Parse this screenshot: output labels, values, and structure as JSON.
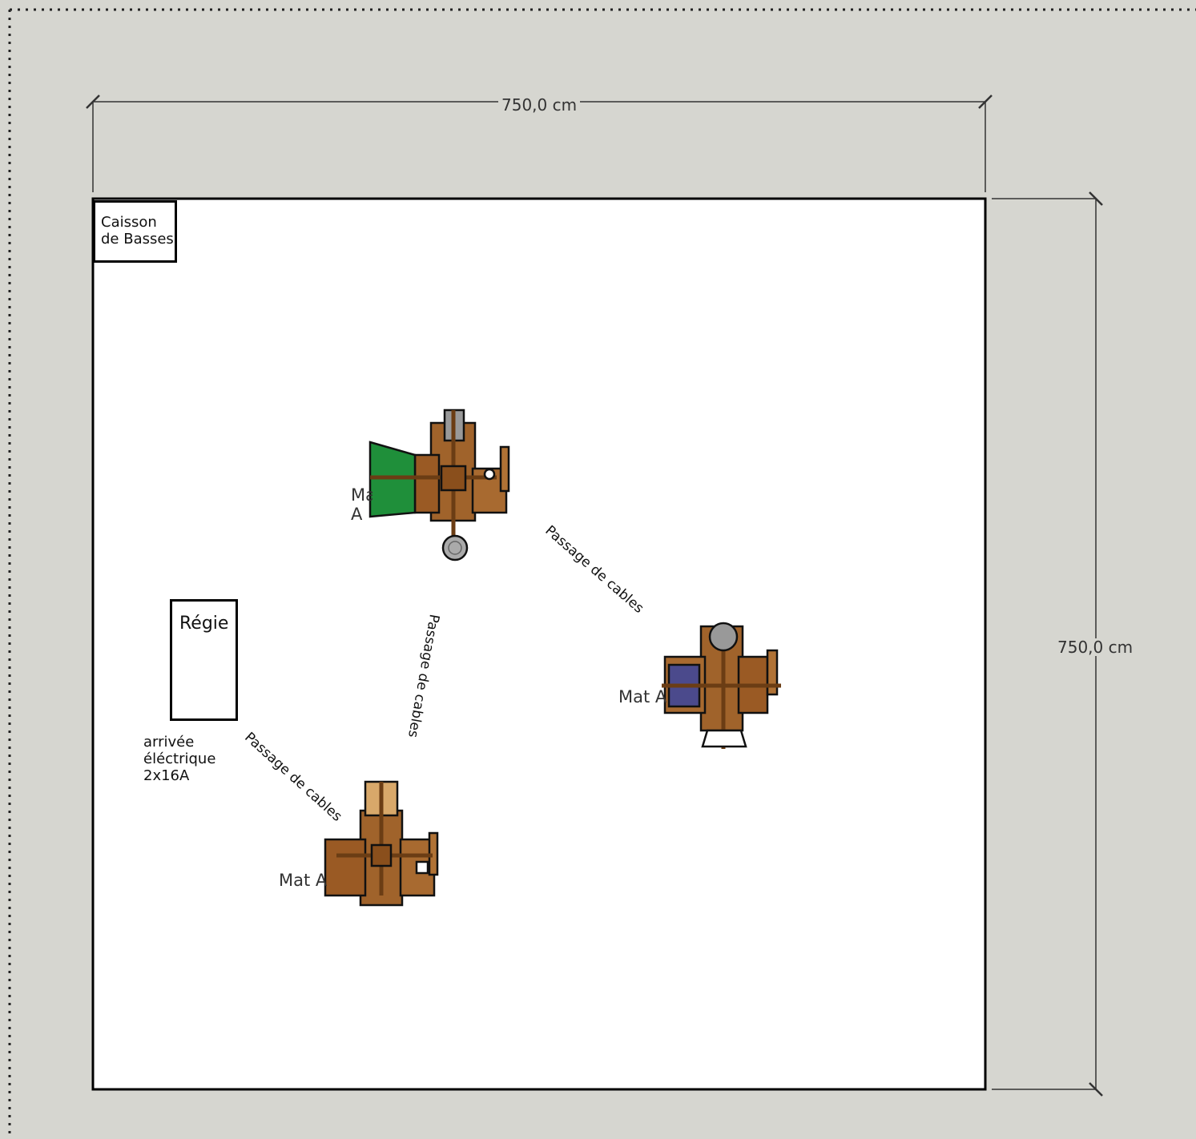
{
  "plan": {
    "width_dimension": "750,0 cm",
    "height_dimension": "750,0 cm",
    "subwoofer_label": "Caisson\nde Basses",
    "control_label": "Régie",
    "power_label": "arrivée\néléctrique\n2x16A",
    "cable_label_1": "Passage de cables",
    "cable_label_2": "Passage de cables",
    "cable_label_3": "Passage de cables",
    "mast_label_top": "Mat A",
    "mast_label_right": "Mat A",
    "mast_label_bottom": "Mat A"
  },
  "colors": {
    "background": "#d6d6d0",
    "wood": "#a0632b",
    "wood_dark": "#6b3d14",
    "green_fixture": "#1f8f3a",
    "purple_fixture": "#4b4a8c",
    "grey_fixture": "#9a9a9a"
  }
}
